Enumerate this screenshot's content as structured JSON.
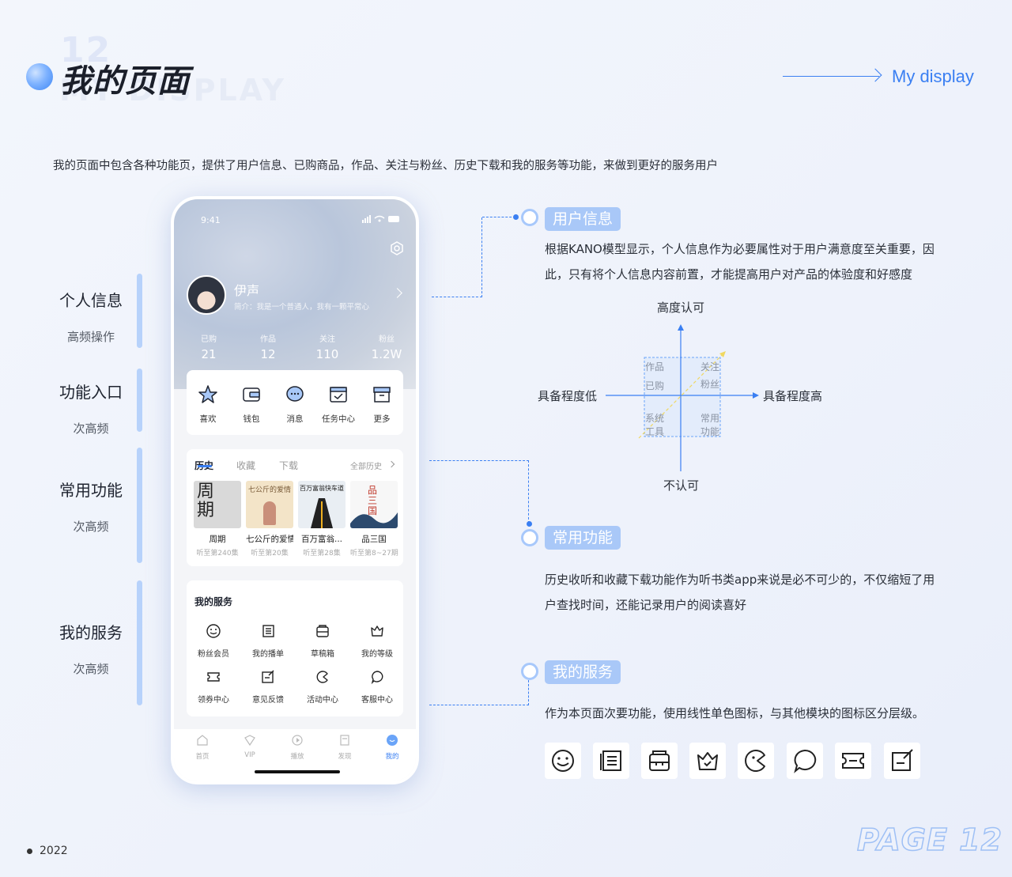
{
  "header": {
    "number": "12",
    "watermark": "MY DISPLAY",
    "title": "我的页面",
    "display_label": "My display",
    "intro": "我的页面中包含各种功能页，提供了用户信息、已购商品，作品、关注与粉丝、历史下载和我的服务等功能，来做到更好的服务用户"
  },
  "left_labels": [
    {
      "title": "个人信息",
      "sub": "高频操作"
    },
    {
      "title": "功能入口",
      "sub": "次高频"
    },
    {
      "title": "常用功能",
      "sub": "次高频"
    },
    {
      "title": "我的服务",
      "sub": "次高频"
    }
  ],
  "phone": {
    "status_time": "9:41",
    "username": "伊声",
    "bio": "简介：我是一个普通人，我有一颗平常心",
    "stats": [
      {
        "label": "已购",
        "value": "21"
      },
      {
        "label": "作品",
        "value": "12"
      },
      {
        "label": "关注",
        "value": "110"
      },
      {
        "label": "粉丝",
        "value": "1.2W"
      }
    ],
    "quick": [
      {
        "icon": "star-icon",
        "label": "喜欢"
      },
      {
        "icon": "wallet-icon",
        "label": "钱包"
      },
      {
        "icon": "message-icon",
        "label": "消息"
      },
      {
        "icon": "task-icon",
        "label": "任务中心"
      },
      {
        "icon": "box-icon",
        "label": "更多"
      }
    ],
    "history_tabs": [
      "历史",
      "收藏",
      "下载"
    ],
    "all_history": "全部历史",
    "books": [
      {
        "title": "周期",
        "sub": "听至第240集",
        "cover_text": "周期",
        "color": "#d8d8d8"
      },
      {
        "title": "七公斤的爱情",
        "sub": "听至第20集",
        "cover_text": "七公斤的爱情",
        "color": "#f3e4c8"
      },
      {
        "title": "百万富翁...",
        "sub": "听至第28集",
        "cover_text": "百万富翁快车道",
        "color": "#e9eef3"
      },
      {
        "title": "品三国",
        "sub": "听至第8~27期",
        "cover_text": "品三国",
        "color": "#f7f7f7"
      }
    ],
    "services_title": "我的服务",
    "services": [
      {
        "icon": "smile-icon",
        "label": "粉丝会员"
      },
      {
        "icon": "playlist-icon",
        "label": "我的播单"
      },
      {
        "icon": "draft-box-icon",
        "label": "草稿箱"
      },
      {
        "icon": "crown-icon",
        "label": "我的等级"
      },
      {
        "icon": "ticket-icon",
        "label": "领券中心"
      },
      {
        "icon": "feedback-icon",
        "label": "意见反馈"
      },
      {
        "icon": "activity-icon",
        "label": "活动中心"
      },
      {
        "icon": "chat-icon",
        "label": "客服中心"
      }
    ],
    "nav": [
      {
        "icon": "home-icon",
        "label": "首页"
      },
      {
        "icon": "vip-icon",
        "label": "VIP"
      },
      {
        "icon": "play-icon",
        "label": "播放"
      },
      {
        "icon": "discover-icon",
        "label": "发现"
      },
      {
        "icon": "me-icon",
        "label": "我的"
      }
    ]
  },
  "sections": {
    "user_info": {
      "title": "用户信息",
      "text1": "根据KANO模型显示，个人信息作为必要属性对于用户满意度至关重要，因",
      "text2": "此，只有将个人信息内容前置，才能提高用户对产品的体验度和好感度"
    },
    "kano": {
      "top": "高度认可",
      "bottom": "不认可",
      "left": "具备程度低",
      "right": "具备程度高",
      "tl1": "作品",
      "tl2": "已购",
      "tr1": "关注",
      "tr2": "粉丝",
      "bl1": "系统",
      "bl2": "工具",
      "br1": "常用",
      "br2": "功能"
    },
    "common": {
      "title": "常用功能",
      "text1": "历史收听和收藏下载功能作为听书类app来说是必不可少的，不仅缩短了用",
      "text2": "户查找时间，还能记录用户的阅读喜好"
    },
    "services": {
      "title": "我的服务",
      "text": "作为本页面次要功能，使用线性单色图标，与其他模块的图标区分层级。",
      "icons": [
        "smile-icon",
        "playlist-icon",
        "draft-box-icon",
        "crown-icon",
        "activity-icon",
        "chat-icon",
        "ticket-icon",
        "feedback-icon"
      ]
    }
  },
  "footer": {
    "year": "2022",
    "page": "PAGE 12"
  },
  "colors": {
    "accent": "#3a7ff2",
    "pill": "#a9c8f8",
    "bar": "#b7d2fb"
  }
}
